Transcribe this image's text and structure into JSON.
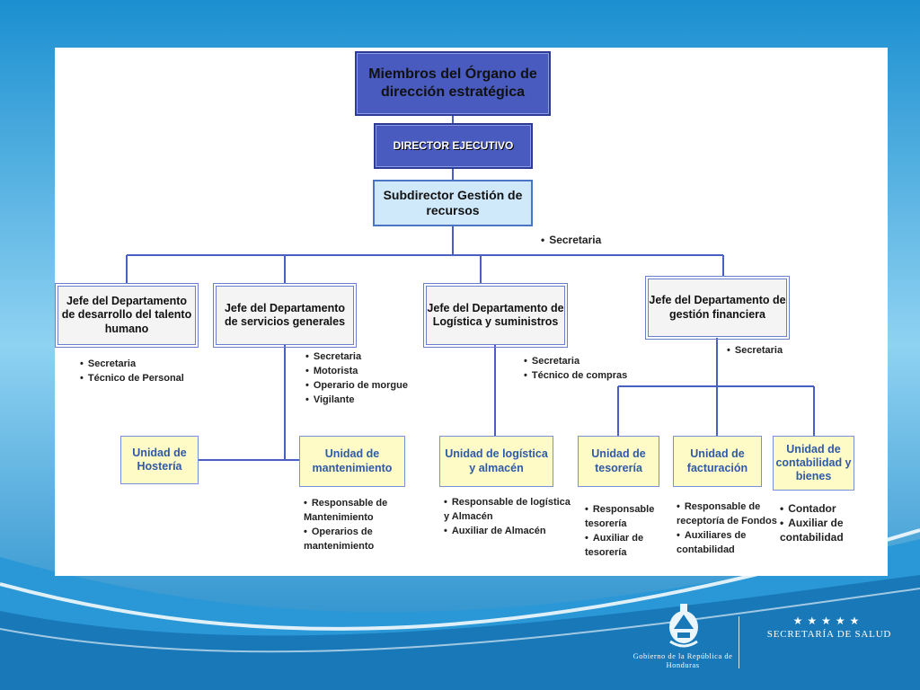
{
  "org": {
    "members": "Miembros del Órgano de dirección estratégica",
    "director": "DIRECTOR EJECUTIVO",
    "subdirector": "Subdirector Gestión de recursos",
    "subdirector_note": "Secretaria",
    "departments": [
      {
        "title": "Jefe del Departamento de desarrollo del talento humano",
        "staff": [
          "Secretaria",
          "Técnico de Personal"
        ]
      },
      {
        "title": "Jefe del Departamento de servicios generales",
        "staff": [
          "Secretaria",
          "Motorista",
          "Operario de morgue",
          "Vigilante"
        ]
      },
      {
        "title": "Jefe del Departamento de Logística y suministros",
        "staff": [
          "Secretaria",
          "Técnico de compras"
        ]
      },
      {
        "title": "Jefe del Departamento de gestión financiera",
        "staff": [
          "Secretaria"
        ]
      }
    ],
    "units": [
      {
        "title": "Unidad de Hostería",
        "staff": []
      },
      {
        "title": "Unidad de mantenimiento",
        "staff": [
          "Responsable de Mantenimiento",
          "Operarios de mantenimiento"
        ]
      },
      {
        "title": "Unidad de logística y almacén",
        "staff": [
          "Responsable de logística y Almacén",
          "Auxiliar de Almacén"
        ]
      },
      {
        "title": "Unidad de tesorería",
        "staff": [
          "Responsable tesorería",
          "Auxiliar de tesorería"
        ]
      },
      {
        "title": "Unidad de facturación",
        "staff": [
          "Responsable de receptoría de Fondos",
          "Auxiliares de contabilidad"
        ]
      },
      {
        "title": "Unidad de contabilidad y bienes",
        "staff": [
          "Contador",
          "Auxiliar de contabilidad"
        ]
      }
    ]
  },
  "footer": {
    "government": "Gobierno de la República de Honduras",
    "ministry": "SECRETARÍA DE SALUD",
    "stars": "★★★★★"
  },
  "colors": {
    "dark_box": "#4a5bbf",
    "light_box": "#cfe9fb",
    "unit_box": "#fffbc7",
    "connector": "#4a5fc4"
  }
}
